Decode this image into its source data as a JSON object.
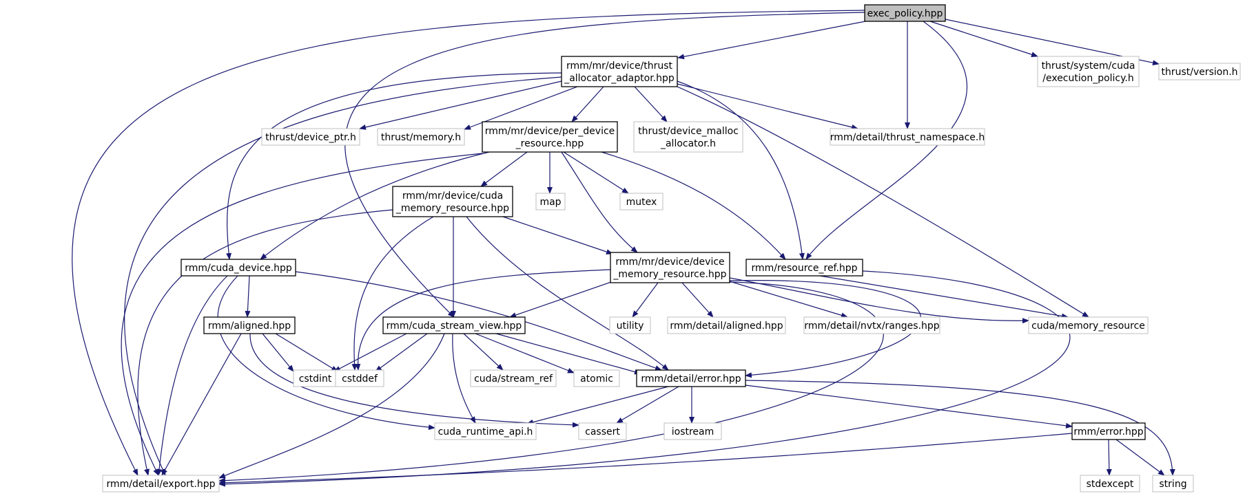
{
  "colors": {
    "edge": "#191970",
    "root_fill": "#bfbfbf",
    "root_stroke": "#000000",
    "project_stroke": "#000000",
    "external_stroke": "#bfbfbf",
    "text": "#000000"
  },
  "nodes": [
    {
      "id": "exec_policy",
      "kind": "root",
      "lines": [
        "exec_policy.hpp"
      ]
    },
    {
      "id": "thrust_alloc_adaptor",
      "kind": "project",
      "lines": [
        "rmm/mr/device/thrust",
        "_allocator_adaptor.hpp"
      ]
    },
    {
      "id": "thrust_exec_policy",
      "kind": "external",
      "lines": [
        "thrust/system/cuda",
        "/execution_policy.h"
      ]
    },
    {
      "id": "thrust_version",
      "kind": "external",
      "lines": [
        "thrust/version.h"
      ]
    },
    {
      "id": "thrust_device_ptr",
      "kind": "external",
      "lines": [
        "thrust/device_ptr.h"
      ]
    },
    {
      "id": "thrust_memory",
      "kind": "external",
      "lines": [
        "thrust/memory.h"
      ]
    },
    {
      "id": "per_device_resource",
      "kind": "project",
      "lines": [
        "rmm/mr/device/per_device",
        "_resource.hpp"
      ]
    },
    {
      "id": "thrust_device_malloc",
      "kind": "external",
      "lines": [
        "thrust/device_malloc",
        "_allocator.h"
      ]
    },
    {
      "id": "thrust_namespace",
      "kind": "external",
      "lines": [
        "rmm/detail/thrust_namespace.h"
      ]
    },
    {
      "id": "cuda_memory_resource",
      "kind": "project",
      "lines": [
        "rmm/mr/device/cuda",
        "_memory_resource.hpp"
      ]
    },
    {
      "id": "map",
      "kind": "external",
      "lines": [
        "map"
      ]
    },
    {
      "id": "mutex",
      "kind": "external",
      "lines": [
        "mutex"
      ]
    },
    {
      "id": "cuda_device",
      "kind": "project",
      "lines": [
        "rmm/cuda_device.hpp"
      ]
    },
    {
      "id": "device_memory_resource",
      "kind": "project",
      "lines": [
        "rmm/mr/device/device",
        "_memory_resource.hpp"
      ]
    },
    {
      "id": "resource_ref",
      "kind": "project",
      "lines": [
        "rmm/resource_ref.hpp"
      ]
    },
    {
      "id": "aligned",
      "kind": "project",
      "lines": [
        "rmm/aligned.hpp"
      ]
    },
    {
      "id": "cuda_stream_view",
      "kind": "project",
      "lines": [
        "rmm/cuda_stream_view.hpp"
      ]
    },
    {
      "id": "utility",
      "kind": "external",
      "lines": [
        "utility"
      ]
    },
    {
      "id": "detail_aligned",
      "kind": "external",
      "lines": [
        "rmm/detail/aligned.hpp"
      ]
    },
    {
      "id": "nvtx_ranges",
      "kind": "external",
      "lines": [
        "rmm/detail/nvtx/ranges.hpp"
      ]
    },
    {
      "id": "cuda_memory_resource_ext",
      "kind": "external",
      "lines": [
        "cuda/memory_resource"
      ]
    },
    {
      "id": "cstdint",
      "kind": "external",
      "lines": [
        "cstdint"
      ]
    },
    {
      "id": "cstddef",
      "kind": "external",
      "lines": [
        "cstddef"
      ]
    },
    {
      "id": "cuda_stream_ref",
      "kind": "external",
      "lines": [
        "cuda/stream_ref"
      ]
    },
    {
      "id": "atomic",
      "kind": "external",
      "lines": [
        "atomic"
      ]
    },
    {
      "id": "detail_error",
      "kind": "project",
      "lines": [
        "rmm/detail/error.hpp"
      ]
    },
    {
      "id": "cuda_runtime_api",
      "kind": "external",
      "lines": [
        "cuda_runtime_api.h"
      ]
    },
    {
      "id": "cassert",
      "kind": "external",
      "lines": [
        "cassert"
      ]
    },
    {
      "id": "iostream",
      "kind": "external",
      "lines": [
        "iostream"
      ]
    },
    {
      "id": "rmm_error",
      "kind": "project",
      "lines": [
        "rmm/error.hpp"
      ]
    },
    {
      "id": "detail_export",
      "kind": "external",
      "lines": [
        "rmm/detail/export.hpp"
      ]
    },
    {
      "id": "stdexcept",
      "kind": "external",
      "lines": [
        "stdexcept"
      ]
    },
    {
      "id": "string",
      "kind": "external",
      "lines": [
        "string"
      ]
    }
  ],
  "edges": [
    [
      "exec_policy",
      "thrust_alloc_adaptor"
    ],
    [
      "exec_policy",
      "thrust_exec_policy"
    ],
    [
      "exec_policy",
      "thrust_version"
    ],
    [
      "exec_policy",
      "thrust_namespace"
    ],
    [
      "exec_policy",
      "resource_ref"
    ],
    [
      "exec_policy",
      "cuda_stream_view"
    ],
    [
      "exec_policy",
      "detail_export"
    ],
    [
      "thrust_alloc_adaptor",
      "thrust_device_ptr"
    ],
    [
      "thrust_alloc_adaptor",
      "thrust_memory"
    ],
    [
      "thrust_alloc_adaptor",
      "per_device_resource"
    ],
    [
      "thrust_alloc_adaptor",
      "thrust_device_malloc"
    ],
    [
      "thrust_alloc_adaptor",
      "thrust_namespace"
    ],
    [
      "thrust_alloc_adaptor",
      "resource_ref"
    ],
    [
      "thrust_alloc_adaptor",
      "cuda_memory_resource_ext"
    ],
    [
      "thrust_alloc_adaptor",
      "cuda_device"
    ],
    [
      "thrust_alloc_adaptor",
      "detail_export"
    ],
    [
      "per_device_resource",
      "cuda_memory_resource"
    ],
    [
      "per_device_resource",
      "map"
    ],
    [
      "per_device_resource",
      "mutex"
    ],
    [
      "per_device_resource",
      "device_memory_resource"
    ],
    [
      "per_device_resource",
      "resource_ref"
    ],
    [
      "per_device_resource",
      "cuda_device"
    ],
    [
      "per_device_resource",
      "detail_export"
    ],
    [
      "cuda_memory_resource",
      "device_memory_resource"
    ],
    [
      "cuda_memory_resource",
      "cuda_stream_view"
    ],
    [
      "cuda_memory_resource",
      "detail_error"
    ],
    [
      "cuda_memory_resource",
      "cstddef"
    ],
    [
      "cuda_memory_resource",
      "detail_export"
    ],
    [
      "cuda_device",
      "aligned"
    ],
    [
      "cuda_device",
      "detail_error"
    ],
    [
      "cuda_device",
      "cuda_runtime_api"
    ],
    [
      "cuda_device",
      "detail_export"
    ],
    [
      "device_memory_resource",
      "cuda_stream_view"
    ],
    [
      "device_memory_resource",
      "utility"
    ],
    [
      "device_memory_resource",
      "detail_aligned"
    ],
    [
      "device_memory_resource",
      "nvtx_ranges"
    ],
    [
      "device_memory_resource",
      "cuda_memory_resource_ext"
    ],
    [
      "device_memory_resource",
      "detail_error"
    ],
    [
      "device_memory_resource",
      "cstddef"
    ],
    [
      "device_memory_resource",
      "detail_export"
    ],
    [
      "resource_ref",
      "cuda_memory_resource_ext"
    ],
    [
      "resource_ref",
      "detail_export"
    ],
    [
      "aligned",
      "cstdint"
    ],
    [
      "aligned",
      "cstddef"
    ],
    [
      "aligned",
      "cassert"
    ],
    [
      "aligned",
      "detail_export"
    ],
    [
      "cuda_stream_view",
      "cstdint"
    ],
    [
      "cuda_stream_view",
      "cstddef"
    ],
    [
      "cuda_stream_view",
      "cuda_stream_ref"
    ],
    [
      "cuda_stream_view",
      "atomic"
    ],
    [
      "cuda_stream_view",
      "detail_error"
    ],
    [
      "cuda_stream_view",
      "cuda_runtime_api"
    ],
    [
      "cuda_stream_view",
      "detail_export"
    ],
    [
      "detail_error",
      "cuda_runtime_api"
    ],
    [
      "detail_error",
      "cassert"
    ],
    [
      "detail_error",
      "iostream"
    ],
    [
      "detail_error",
      "rmm_error"
    ],
    [
      "detail_error",
      "string"
    ],
    [
      "rmm_error",
      "stdexcept"
    ],
    [
      "rmm_error",
      "string"
    ],
    [
      "rmm_error",
      "detail_export"
    ]
  ]
}
